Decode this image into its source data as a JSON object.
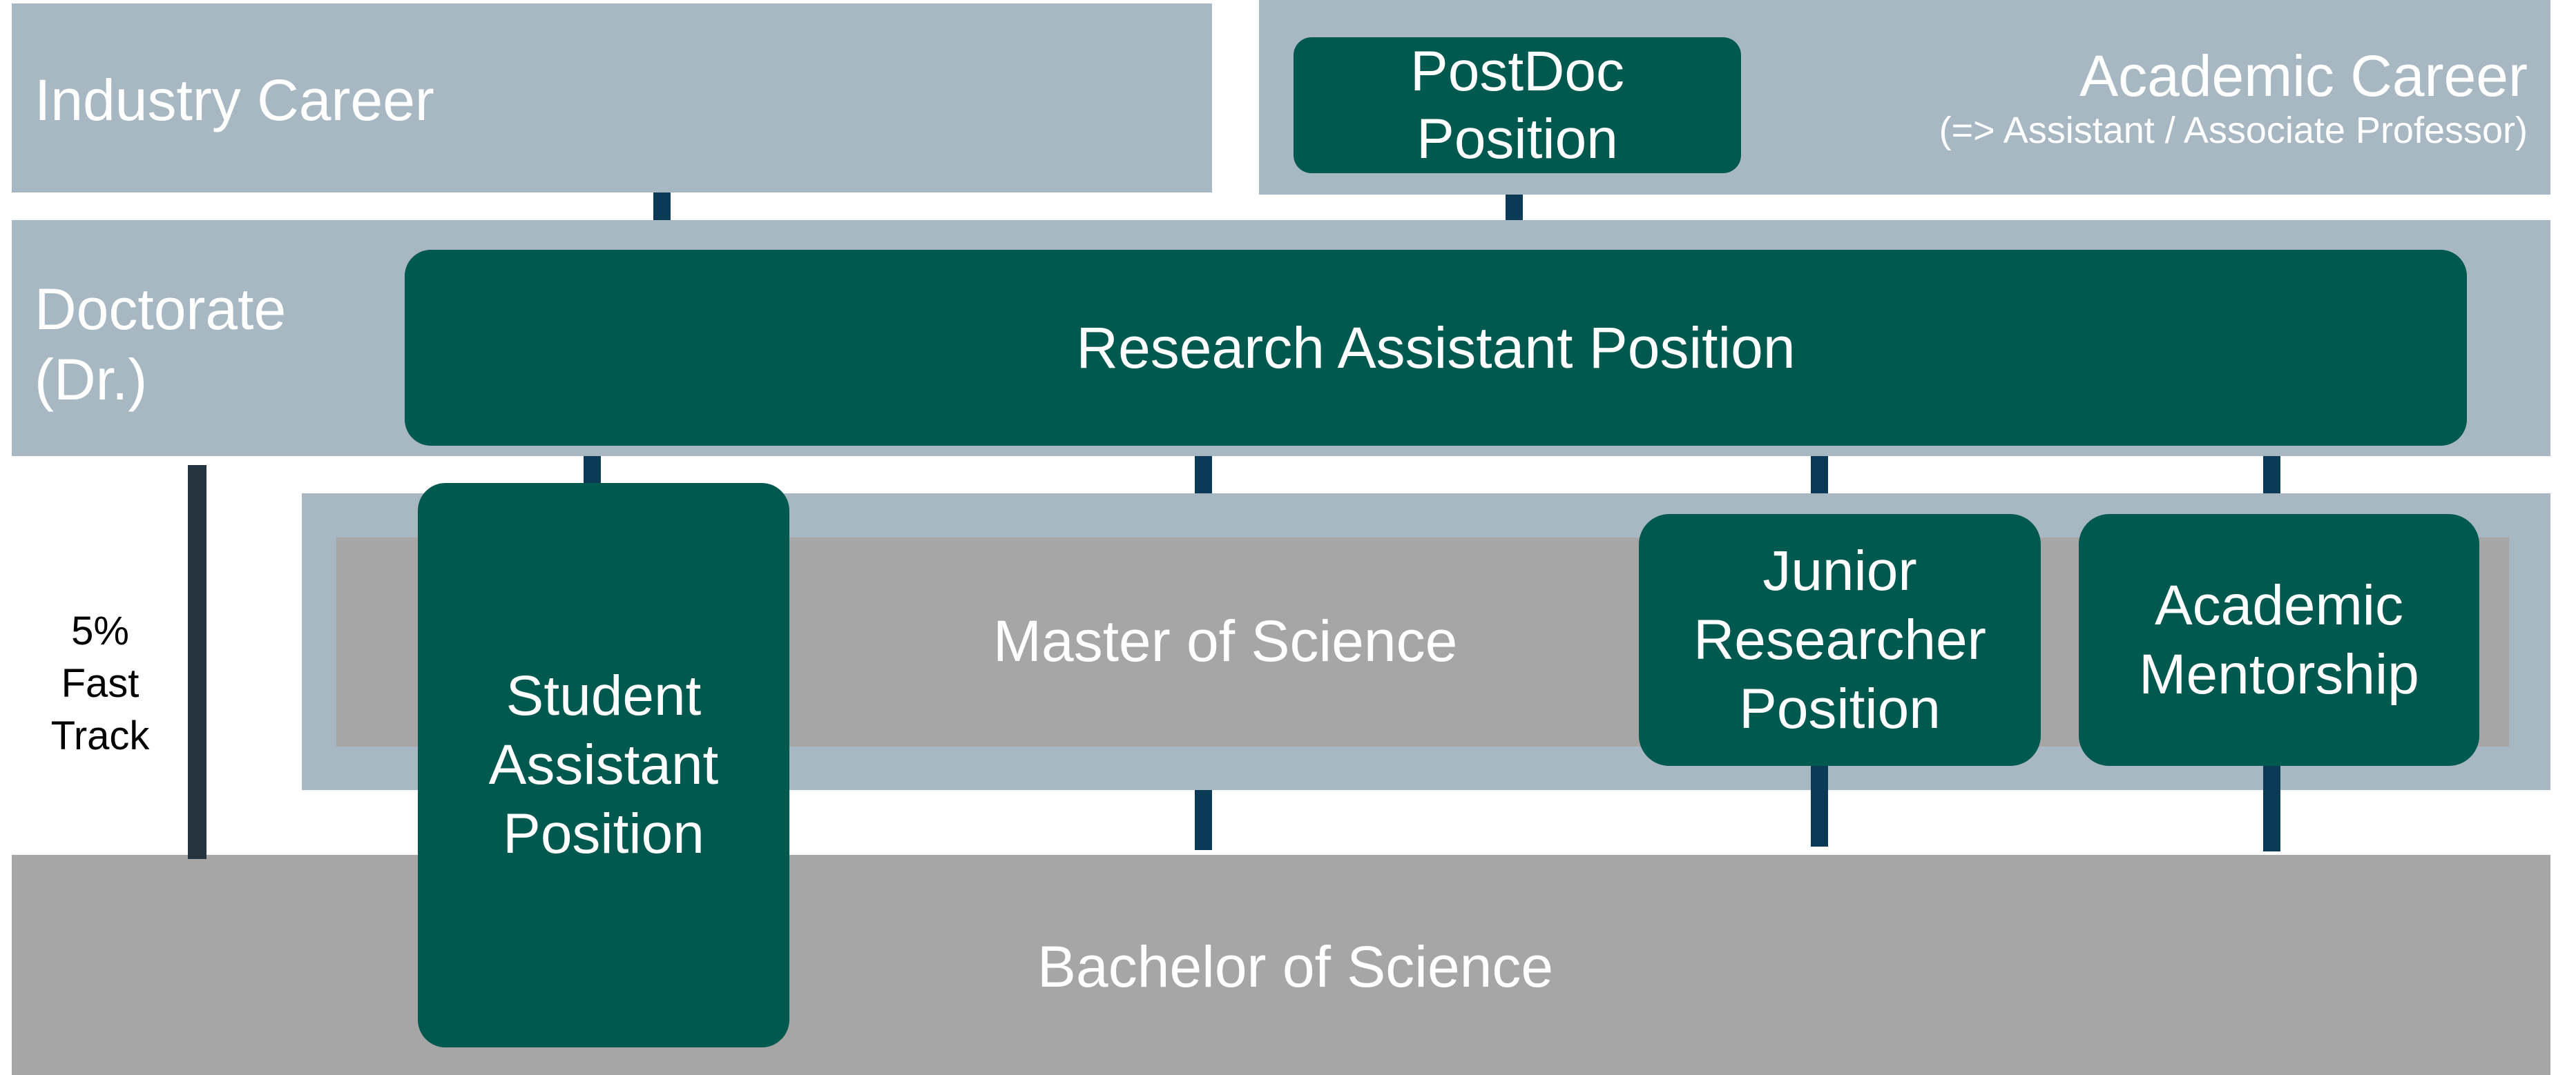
{
  "industry": {
    "label": "Industry Career"
  },
  "academic": {
    "title": "Academic Career",
    "subtitle": "(=> Assistant / Associate Professor)"
  },
  "postdoc": {
    "line1": "PostDoc",
    "line2": "Position"
  },
  "doctorate": {
    "line1": "Doctorate",
    "line2": "(Dr.)"
  },
  "research_assistant": {
    "label": "Research Assistant Position"
  },
  "master": {
    "label": "Master of Science"
  },
  "bachelor": {
    "label": "Bachelor of Science"
  },
  "student_assistant": {
    "line1": "Student",
    "line2": "Assistant",
    "line3": "Position"
  },
  "junior_researcher": {
    "line1": "Junior",
    "line2": "Researcher",
    "line3": "Position"
  },
  "academic_mentorship": {
    "line1": "Academic",
    "line2": "Mentorship"
  },
  "fast_track": {
    "line1": "5%",
    "line2": "Fast",
    "line3": "Track"
  },
  "colors": {
    "band": "#a8b8c2",
    "grey": "#a6a6a6",
    "green": "#00594f",
    "connector": "#0b3a57",
    "fast_track_bar": "#26343f"
  }
}
